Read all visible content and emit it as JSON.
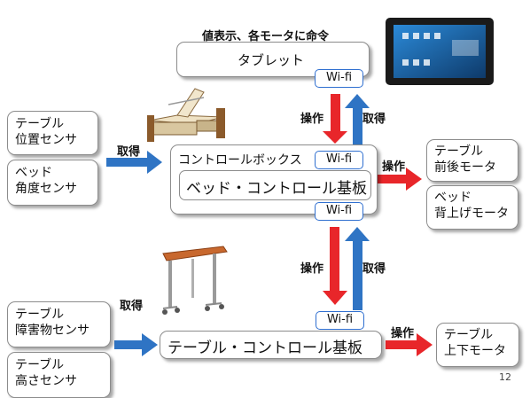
{
  "header_note": "値表示、各モータに命令",
  "tablet": {
    "label": "タブレット",
    "wifi": "Wi-fi"
  },
  "control_box": {
    "title": "コントロールボックス",
    "board": "ベッド・コントロール基板",
    "wifi_top": "Wi-fi",
    "wifi_bottom": "Wi-fi"
  },
  "table_board": {
    "label": "テーブル・コントロール基板",
    "wifi": "Wi-fi"
  },
  "sensors_top": [
    {
      "line1": "テーブル",
      "line2": "位置センサ"
    },
    {
      "line1": "ベッド",
      "line2": "角度センサ"
    }
  ],
  "sensors_bottom": [
    {
      "line1": "テーブル",
      "line2": "障害物センサ"
    },
    {
      "line1": "テーブル",
      "line2": "高さセンサ"
    }
  ],
  "actuators_right": [
    {
      "line1": "テーブル",
      "line2": "前後モータ"
    },
    {
      "line1": "ベッド",
      "line2": "背上げモータ"
    }
  ],
  "actuator_bottom": {
    "line1": "テーブル",
    "line2": "上下モータ"
  },
  "arrow_labels": {
    "acquire_left_top": "取得",
    "acquire_left_bottom": "取得",
    "operate_1": "操作",
    "acquire_1": "取得",
    "operate_2": "操作",
    "acquire_2": "取得",
    "operate_right_top": "操作",
    "operate_right_bottom": "操作"
  },
  "page_number": "12",
  "colors": {
    "red_arrow": "#e8262a",
    "blue_arrow": "#2f74c4",
    "box_border": "#8c8c8c",
    "wifi_border": "#2f6fd0"
  }
}
